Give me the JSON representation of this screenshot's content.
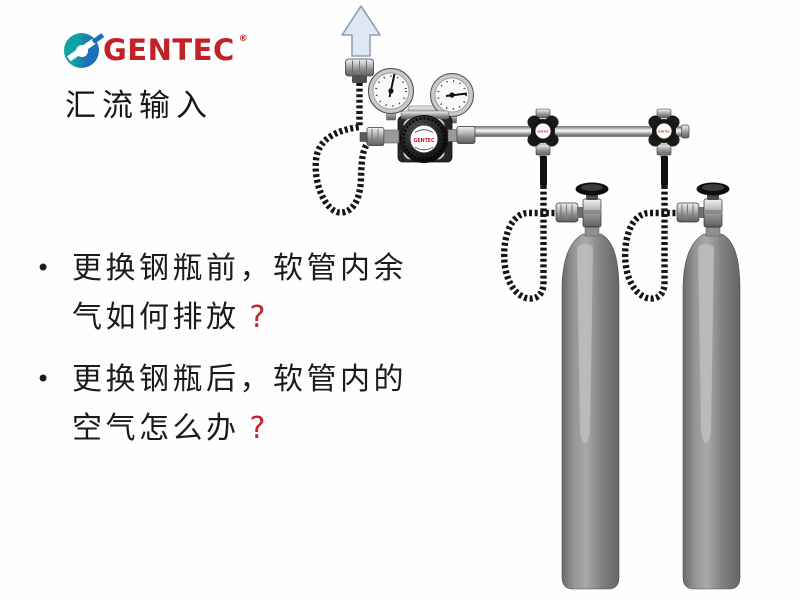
{
  "colors": {
    "brand_red": "#c32127",
    "question_red": "#c2262c",
    "logo_teal": "#10a3a4",
    "logo_blue": "#1c70b8",
    "cylinder_gray": "#7d7d7d"
  },
  "header": {
    "brand": "GENTEC",
    "registered": "®",
    "title": "汇流输入"
  },
  "bullets": {
    "marker": "•",
    "items": [
      {
        "line1": "更换钢瓶前，软管内余",
        "line2": "气如何排放",
        "qmark": "?"
      },
      {
        "line1": "更换钢瓶后，软管内的",
        "line2": "空气怎么办",
        "qmark": "?"
      }
    ]
  },
  "diagram": {
    "regulator_label": "GENTEC",
    "manifold_valve_label": "GENTEC",
    "icons": {
      "vent_arrow": "up-arrow-vent-direction",
      "gauge": "pressure-gauge-dial",
      "hose": "braided-pigtail-hose",
      "cylinder": "gas-cylinder"
    }
  }
}
